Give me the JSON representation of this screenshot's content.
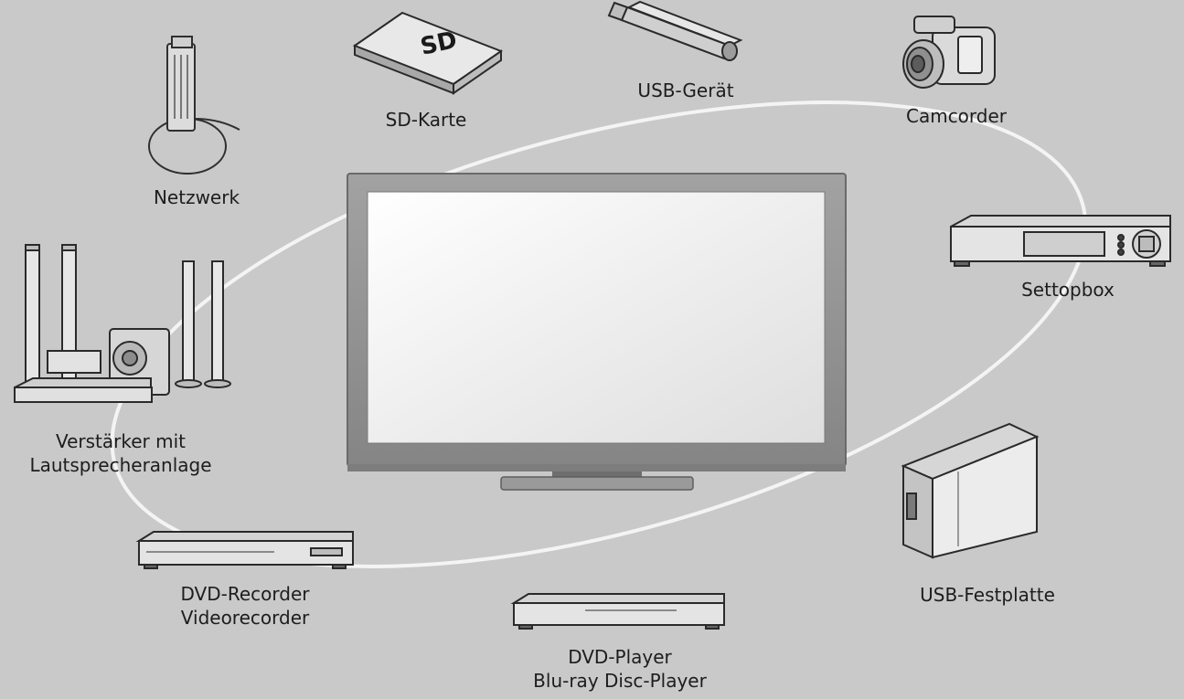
{
  "devices": {
    "network": {
      "label": "Netzwerk"
    },
    "sd_card": {
      "label": "SD-Karte"
    },
    "usb_device": {
      "label": "USB-Gerät"
    },
    "camcorder": {
      "label": "Camcorder"
    },
    "settopbox": {
      "label": "Settopbox"
    },
    "amplifier": {
      "label_line1": "Verstärker mit",
      "label_line2": "Lautsprecheranlage"
    },
    "usb_hdd": {
      "label": "USB-Festplatte"
    },
    "dvd_recorder": {
      "label_line1": "DVD-Recorder",
      "label_line2": "Videorecorder"
    },
    "dvd_player": {
      "label_line1": "DVD-Player",
      "label_line2": "Blu-ray Disc-Player"
    }
  },
  "colors": {
    "background": "#c9c9c9",
    "tv_frame": "#8f8f8f",
    "tv_screen": "#ececec",
    "orbit": "#f2f2f2",
    "outline": "#3a3a3a"
  }
}
